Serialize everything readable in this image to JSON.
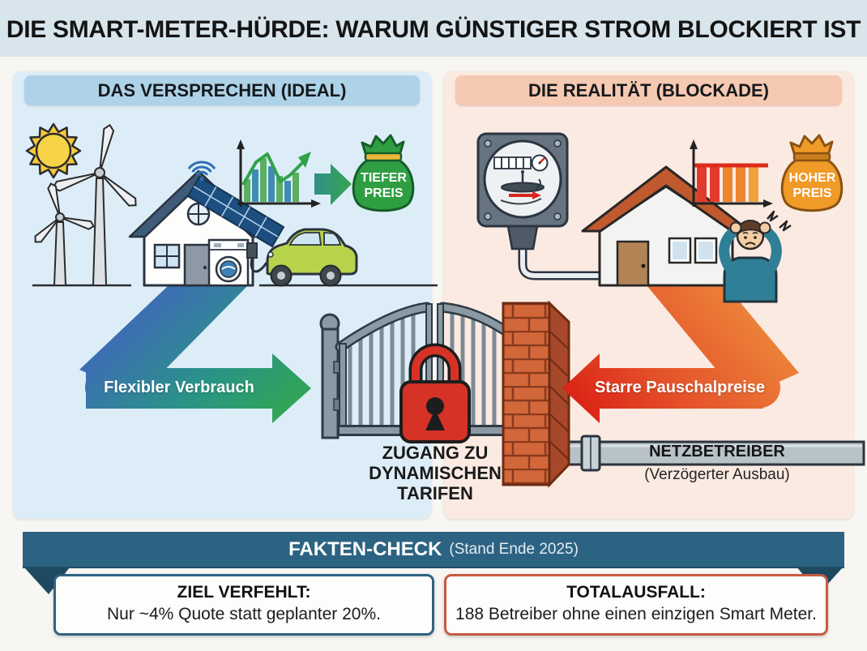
{
  "title": "DIE SMART-METER-HÜRDE: WARUM GÜNSTIGER STROM BLOCKIERT IST",
  "left_panel": {
    "header": "DAS VERSPRECHEN (IDEAL)",
    "arrow_label": "Flexibler Verbrauch",
    "price_bag_label": "TIEFER\nPREIS",
    "icons": [
      "sun-icon",
      "wind-turbines-icon",
      "solar-house-icon",
      "wifi-icon",
      "washing-machine-icon",
      "ev-car-icon",
      "dynamic-price-chart-icon",
      "money-bag-icon"
    ]
  },
  "right_panel": {
    "header": "DIE REALITÄT (BLOCKADE)",
    "arrow_label": "Starre Pauschalpreise",
    "price_bag_label": "HOHER\nPREIS",
    "icons": [
      "analog-meter-icon",
      "house-icon",
      "flat-price-chart-icon",
      "money-bag-icon",
      "frustrated-person-icon"
    ]
  },
  "center": {
    "gate_label": "ZUGANG ZU\nDYNAMISCHEN\nTARIFEN"
  },
  "netz": {
    "label": "NETZBETREIBER",
    "sublabel": "(Verzögerter Ausbau)"
  },
  "fact_check": {
    "title": "FAKTEN-CHECK",
    "subtitle": "(Stand Ende 2025)",
    "left_box": {
      "title": "ZIEL VERFEHLT:",
      "text": "Nur ~4% Quote statt geplanter 20%."
    },
    "right_box": {
      "title": "TOTALAUSFALL:",
      "text": "188 Betreiber ohne einen einzigen Smart Meter."
    }
  },
  "colors": {
    "title_band": "#d8e5ec",
    "panel_left_bg": "#dcedf8",
    "panel_right_bg": "#fbeae1",
    "header_left": "#aed2e7",
    "header_right": "#f6c9b2",
    "promise_arrow_start": "#3c6fb2",
    "promise_arrow_end": "#31a84e",
    "blockade_arrow_start": "#ec8038",
    "blockade_arrow_end": "#da1f12",
    "ribbon": "#2d6382",
    "left_box_border": "#2e6384",
    "right_box_border": "#c75b42",
    "lock_red": "#d63226",
    "brick": "#d2673a",
    "bag_green": "#2f9e43",
    "bag_orange": "#f09a28"
  }
}
